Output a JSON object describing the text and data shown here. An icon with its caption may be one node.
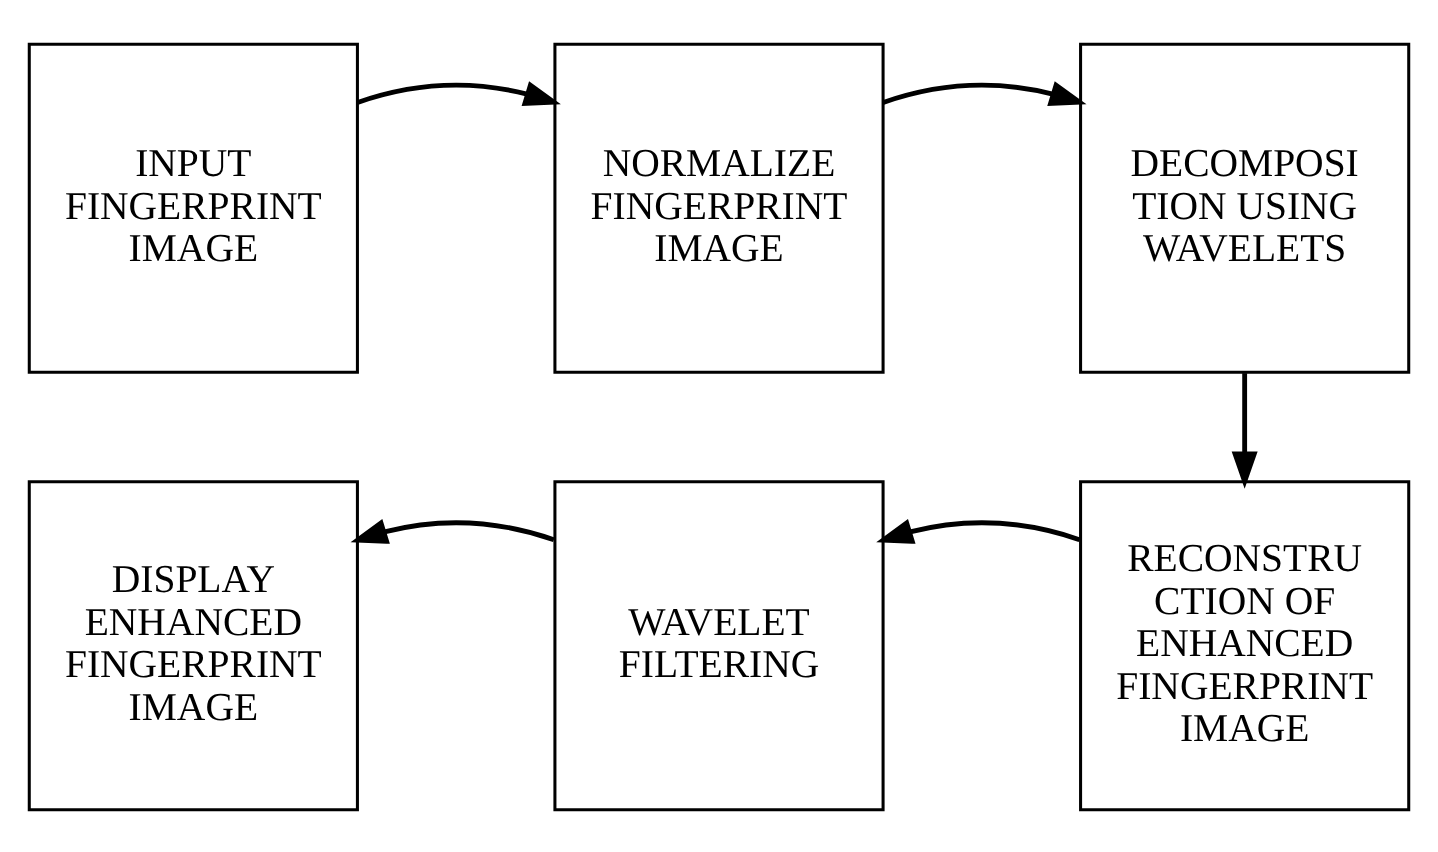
{
  "diagram": {
    "nodes": [
      {
        "text": [
          "INPUT FINGERPRINT IMAGE"
        ]
      },
      {
        "text": [
          "NORMALIZE FINGERPRINT IMAGE"
        ]
      },
      {
        "text": [
          "DECOMPOSI TION USING WAVELETS"
        ]
      },
      {
        "text": [
          "RECONSTRU CTION OF ENHANCED FINGERPRINT IMAGE"
        ]
      },
      {
        "text": [
          "WAVELET FILTERING"
        ]
      },
      {
        "text": [
          "DISPLAY ENHANCED FINGERPRINT IMAGE"
        ]
      }
    ],
    "edges": [
      {
        "from": 0,
        "to": 1,
        "arrow": "to"
      },
      {
        "from": 1,
        "to": 2,
        "arrow": "to"
      },
      {
        "from": 2,
        "to": 3,
        "arrow": "to"
      },
      {
        "from": 3,
        "to": 4,
        "arrow": "to"
      },
      {
        "from": 4,
        "to": 5,
        "arrow": "to"
      }
    ]
  }
}
